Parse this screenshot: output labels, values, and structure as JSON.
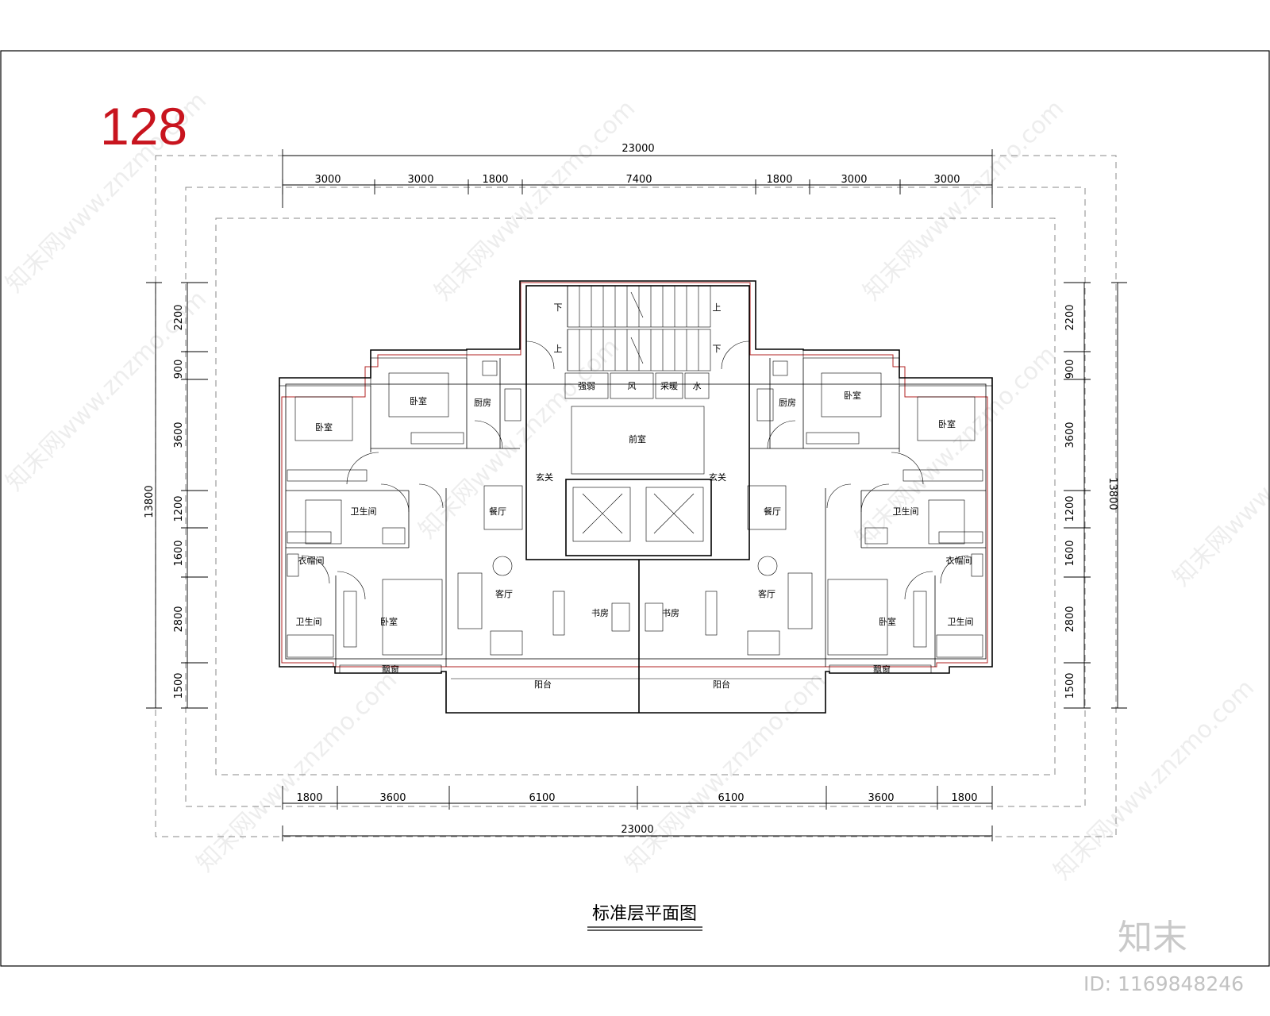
{
  "sheet_number": "128",
  "title": "标准层平面图",
  "brand": {
    "logo_text": "知末",
    "id_label": "ID: 1169848246",
    "watermark_text": "知末网www.znzmo.com",
    "logo_color": "#c9c9c9"
  },
  "colors": {
    "sheet_number": "#c8141e",
    "lines": "#000000",
    "red_outline": "#b22222",
    "dashed_boundary": "#8a8a8a"
  },
  "dimensions": {
    "top_total": "23000",
    "top_segments": [
      "3000",
      "3000",
      "1800",
      "7400",
      "1800",
      "3000",
      "3000"
    ],
    "bottom_segments": [
      "1800",
      "3600",
      "6100",
      "6100",
      "3600",
      "1800"
    ],
    "bottom_total": "23000",
    "left_total": "13800",
    "left_segments": [
      "2200",
      "900",
      "3600",
      "1200",
      "1600",
      "2800",
      "1500"
    ],
    "right_total": "13800",
    "right_segments": [
      "2200",
      "900",
      "3600",
      "1200",
      "1600",
      "2800",
      "1500"
    ]
  },
  "rooms": {
    "bedroom_nw": "卧室",
    "bedroom_n_left": "卧室",
    "kitchen_left": "厨房",
    "foyer_left": "玄关",
    "bath_left": "卫生间",
    "dining_left": "餐厅",
    "closet_left": "衣帽间",
    "master_bath_left": "卫生间",
    "master_bed_left": "卧室",
    "bay_left": "飘窗",
    "living_left": "客厅",
    "study_left": "书房",
    "balcony_left": "阳台",
    "stair_down_left": "下",
    "stair_up_right": "上",
    "stair_up_left": "上",
    "stair_down_right": "下",
    "shaft_elec": "强弱",
    "shaft_wind": "风",
    "shaft_heat": "采暖",
    "shaft_water": "水",
    "lobby": "前室",
    "foyer_right": "玄关",
    "kitchen_right": "厨房",
    "bedroom_n_right": "卧室",
    "bedroom_ne": "卧室",
    "bath_right": "卫生间",
    "dining_right": "餐厅",
    "closet_right": "衣帽间",
    "master_bed_right": "卧室",
    "master_bath_right": "卫生间",
    "bay_right": "飘窗",
    "living_right": "客厅",
    "study_right": "书房",
    "balcony_right": "阳台"
  }
}
